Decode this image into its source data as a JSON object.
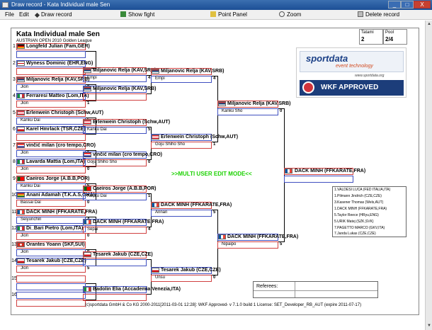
{
  "window": {
    "title": "Draw record - Kata Individual male Sen",
    "minimize": "_",
    "maximize": "□",
    "close": "X"
  },
  "menu": {
    "file": "File",
    "edit": "Edit",
    "draw_record": "Draw record",
    "show_fight": "Show fight",
    "point_panel": "Point Panel",
    "zoom": "Zoom",
    "delete_record": "Delete record"
  },
  "header": {
    "title": "Kata Individual male Sen",
    "subtitle": "AUSTRIAN OPEN 2010 Golden League",
    "tatami_label": "Tatami",
    "tatami_value": "2",
    "pool_label": "Pool",
    "pool_value": "2/4"
  },
  "round1": [
    {
      "num": "1",
      "name": "Longfeld Julian (Fam,GER)",
      "club": "",
      "flag": "GER"
    },
    {
      "num": "2",
      "name": "Wyness Dominic (EHR,ENG)",
      "club": "",
      "flag": "ENG"
    },
    {
      "num": "3",
      "name": "Miljanovic Relja (KAV,SRB)",
      "club": "Jion",
      "flag": "SRB"
    },
    {
      "num": "4",
      "name": "Ferraresi Matteo (Lom,ITA)",
      "club": "Jion",
      "flag": "ITA"
    },
    {
      "num": "5",
      "name": "Erlenwein Christoph (Schw,AUT)",
      "club": "Kanku Dai",
      "flag": "AUT"
    },
    {
      "num": "6",
      "name": "Karel Hmrlack (TSR,CZE)",
      "club": "",
      "flag": "CZE"
    },
    {
      "num": "7",
      "name": "vinčić milan (cro tempo,CRO)",
      "club": "Jion",
      "flag": "CRO"
    },
    {
      "num": "8",
      "name": "Lavarda Mattia (Lom,ITA)",
      "club": "Jion",
      "flag": "ITA"
    },
    {
      "num": "9",
      "name": "Caeiros Jorge (A.B.B,POR)",
      "club": "Kanku Dai",
      "flag": "POR"
    },
    {
      "num": "10",
      "name": "Anani Adamah (T.K.A.S,GHA)",
      "club": "Bassai Dai",
      "flag": "GHA"
    },
    {
      "num": "11",
      "name": "DACK MINH (FFKARATE,FRA)",
      "club": "Seiyunchin",
      "flag": "FRA"
    },
    {
      "num": "12",
      "name": "Di_Bari Pietro (Lom,ITA)",
      "club": "Jion",
      "flag": "ITA"
    },
    {
      "num": "13",
      "name": "Orantes Yoann (SKF,SUI)",
      "club": "Jion",
      "flag": "SUI"
    },
    {
      "num": "14",
      "name": "Tesarek Jakub (CZE,CZE)",
      "club": "Jion",
      "flag": "CZE"
    },
    {
      "num": "15",
      "name": "",
      "club": "",
      "flag": ""
    },
    {
      "num": "16",
      "name": "",
      "club": "",
      "flag": ""
    }
  ],
  "round1_scores": [
    "",
    "",
    "0",
    "1",
    "5",
    "",
    "1",
    "0",
    "5",
    "0",
    "4",
    "0",
    "0",
    "5",
    "",
    ""
  ],
  "round2": [
    {
      "name": "Miljanovic Relja (KAV,SRB)",
      "club": "Empi",
      "score": "4",
      "flag": "SRB"
    },
    {
      "name": "Miljanovic Relja (KAV,SRB)",
      "club": "",
      "score": "",
      "flag": "SRB"
    },
    {
      "name": "Erlenwein Christoph (Schw,AUT)",
      "club": "Kanku Dai",
      "score": "5",
      "flag": "AUT"
    },
    {
      "name": "vinčić milan (cro tempo,CRO)",
      "club": "Goju Shiho Sho",
      "score": "0",
      "flag": "CRO"
    },
    {
      "name": "Caeiros Jorge (A.B.B,POR)",
      "club": "Kanku Dai",
      "score": "1",
      "flag": "POR"
    },
    {
      "name": "DACK MINH (FFKARATE,FRA)",
      "club": "Sepai",
      "score": "4",
      "flag": "FRA"
    },
    {
      "name": "Tesarek Jakub (CZE,CZE)",
      "club": "",
      "score": "",
      "flag": "CZE"
    },
    {
      "name": "Badolin Elia (Accademia Venezia,ITA)",
      "club": "",
      "score": "",
      "flag": "ITA"
    }
  ],
  "round3": [
    {
      "name": "Miljanovic Relja (KAV,SRB)",
      "club": "Empi",
      "score": "4",
      "flag": "SRB"
    },
    {
      "name": "Erlenwein Christoph (Schw,AUT)",
      "club": "Goju Shiho Sho",
      "score": "1",
      "flag": "AUT"
    },
    {
      "name": "DACK MINH (FFKARATE,FRA)",
      "club": "Annan",
      "score": "5",
      "flag": "FRA"
    },
    {
      "name": "Tesarek Jakub (CZE,CZE)",
      "club": "Unsu",
      "score": "0",
      "flag": "CZE"
    }
  ],
  "round4": [
    {
      "name": "Miljanovic Relja (KAV,SRB)",
      "club": "Kanku Sho",
      "score": "0",
      "flag": "SRB"
    },
    {
      "name": "DACK MINH (FFKARATE,FRA)",
      "club": "Nipaipo",
      "score": "5",
      "flag": "FRA"
    }
  ],
  "final": {
    "name": "DACK MINH (FFKARATE,FRA)",
    "flag": "FRA"
  },
  "multi_user": ">>MULTI USER EDIT MODE<<",
  "results": [
    "1.VALDESI LUCA (FED ITALIA,ITA)",
    "1.Pilmann Jindrich (CZE,CZE)",
    "3.Kasener Thomas (Wels,AUT)",
    "1.DACK MINH (FFKARATE,FRA)",
    "5.Taylor Reece (HRyu,ENG)",
    "5.URIK Matej (SZK,SVK)",
    "7.PAGETTO MARCO (GKV,ITA)",
    "7.Janda Lukas (CZE,CZE)"
  ],
  "logo": {
    "brand": "sportdata",
    "tagline": "event technology",
    "url": "www.sportdata.org",
    "approved": "WKF APPROVED"
  },
  "referees_label": "Referees:",
  "footer": "(c)sportdata GmbH & Co KG 2000-2011[2011-03-01 12:28]: WKF Approved- v 7.1.0 build 1  License: SET_Developer_RB_AUT (expire 2011-07-17)",
  "colors": {
    "winner_box": "#d04040",
    "loser_box": "#4050c0",
    "multi_user": "#1bd100",
    "titlebar": "#1c4f95"
  }
}
